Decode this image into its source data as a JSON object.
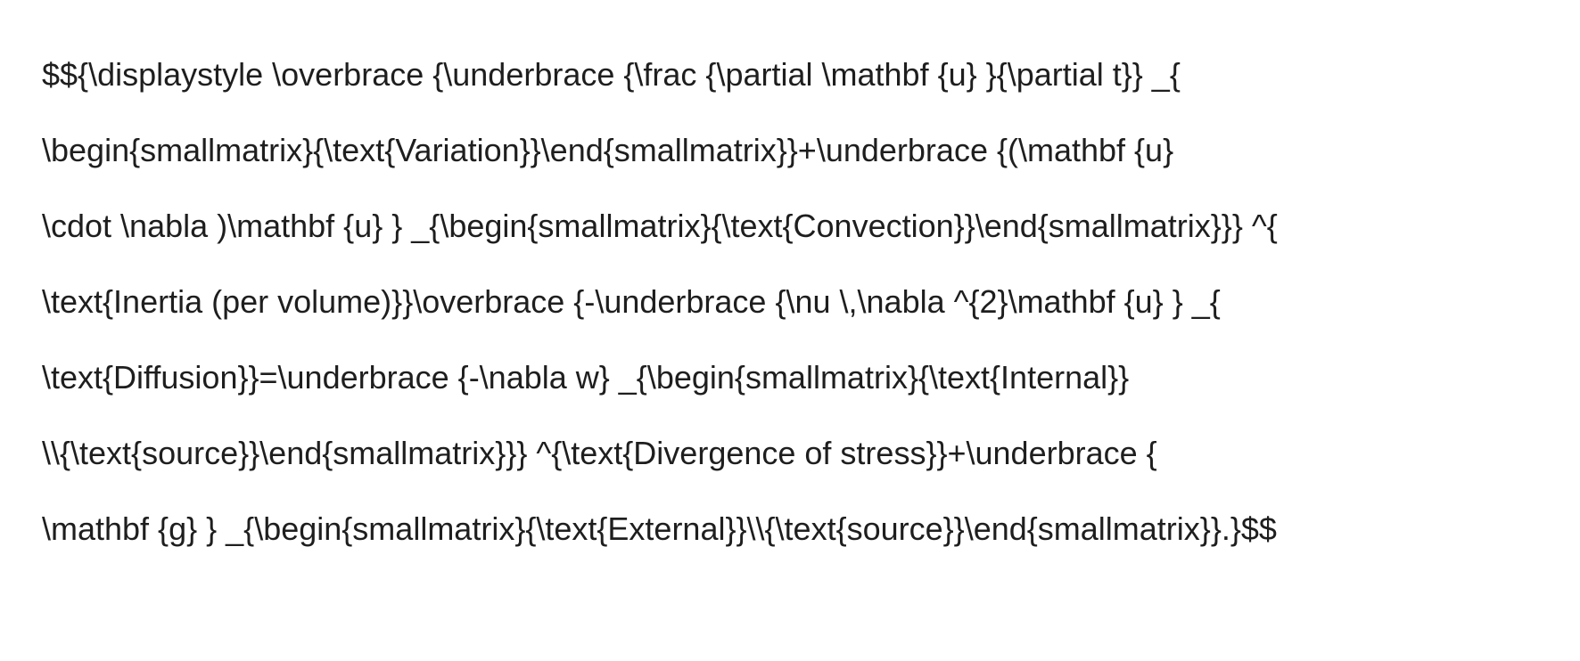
{
  "page": {
    "background_color": "#ffffff",
    "text_color": "#1e1e1e"
  },
  "latex_source": {
    "lines": [
      "$${\\displaystyle \\overbrace {\\underbrace {\\frac {\\partial \\mathbf {u} }{\\partial t}} _{",
      "\\begin{smallmatrix}{\\text{Variation}}\\end{smallmatrix}}+\\underbrace {(\\mathbf {u}",
      "\\cdot \\nabla )\\mathbf {u} } _{\\begin{smallmatrix}{\\text{Convection}}\\end{smallmatrix}}} ^{",
      "\\text{Inertia (per volume)}}\\overbrace {-\\underbrace {\\nu \\,\\nabla ^{2}\\mathbf {u} } _{",
      "\\text{Diffusion}}=\\underbrace {-\\nabla w} _{\\begin{smallmatrix}{\\text{Internal}}",
      "\\\\{\\text{source}}\\end{smallmatrix}}} ^{\\text{Divergence of stress}}+\\underbrace {",
      "\\mathbf {g} } _{\\begin{smallmatrix}{\\text{External}}\\\\{\\text{source}}\\end{smallmatrix}}.}$$"
    ]
  }
}
